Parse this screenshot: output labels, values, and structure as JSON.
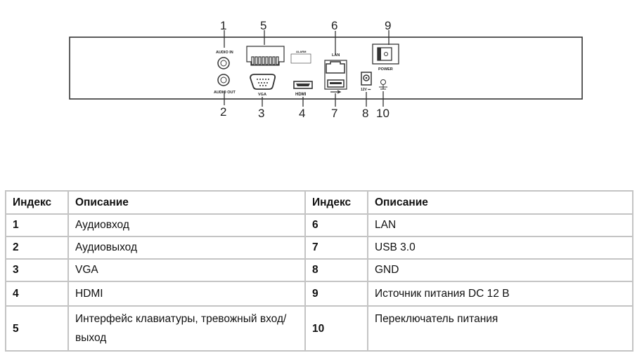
{
  "diagram": {
    "callouts": [
      "1",
      "2",
      "3",
      "4",
      "5",
      "6",
      "7",
      "8",
      "9",
      "10"
    ],
    "labels": {
      "audio_in": "AUDIO IN",
      "audio_out": "AUDIO OUT",
      "vga": "VGA",
      "hdmi": "HDMI",
      "alarm": "ALARM",
      "lan": "LAN",
      "power": "POWER",
      "dc": "12V ⎓"
    }
  },
  "table": {
    "headers": [
      "Индекс",
      "Описание",
      "Индекс",
      "Описание"
    ],
    "rows": [
      {
        "i1": "1",
        "d1": "Аудиовход",
        "i2": "6",
        "d2": "LAN"
      },
      {
        "i1": "2",
        "d1": "Аудиовыход",
        "i2": "7",
        "d2": "USB 3.0"
      },
      {
        "i1": "3",
        "d1": "VGA",
        "i2": "8",
        "d2": "GND"
      },
      {
        "i1": "4",
        "d1": "HDMI",
        "i2": "9",
        "d2": "Источник питания DC 12 В"
      },
      {
        "i1": "5",
        "d1": "Интерфейс клавиатуры, тревожный вход/выход",
        "i2": "10",
        "d2": "Переключатель питания"
      }
    ]
  }
}
